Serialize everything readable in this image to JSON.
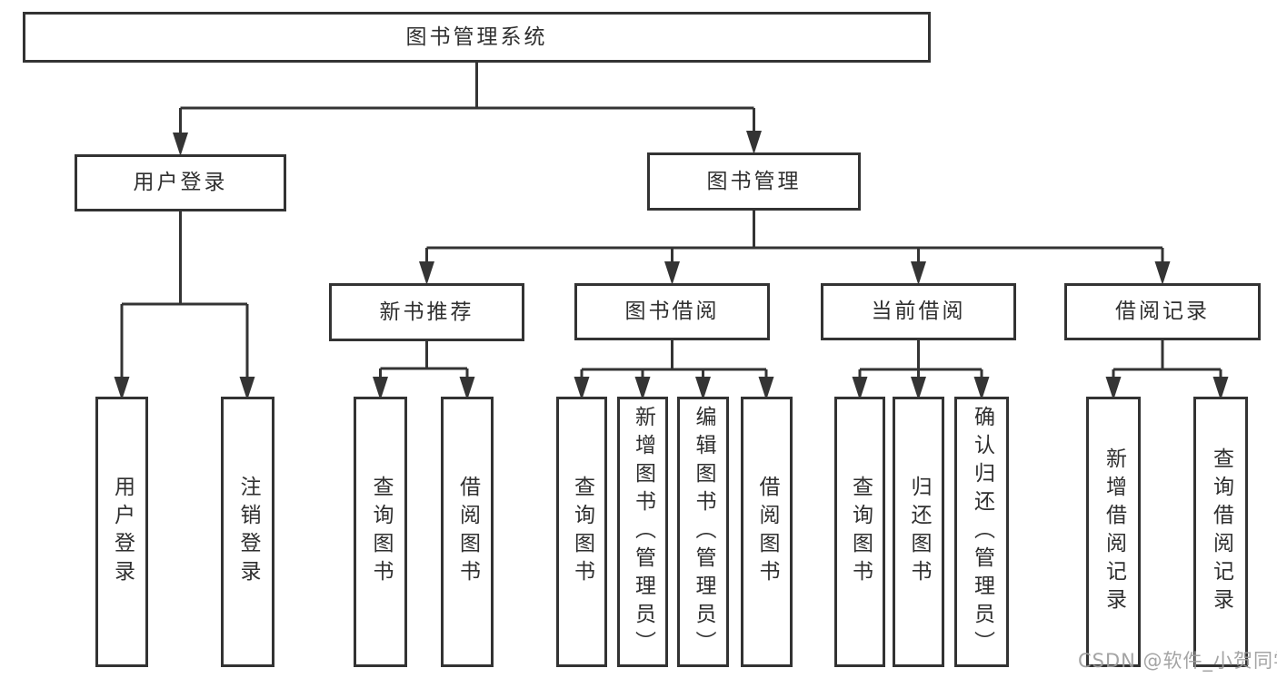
{
  "title": "图书管理系统",
  "watermark": "CSDN @软件_小贺同学",
  "colors": {
    "line": "#343434",
    "box_border": "#333333",
    "text": "#2f2f2f",
    "watermark": "#9d9d9d",
    "background": "#ffffff"
  },
  "tree": {
    "label": "图书管理系统",
    "children": [
      {
        "label": "用户登录",
        "children": [
          {
            "label": "用户登录"
          },
          {
            "label": "注销登录"
          }
        ]
      },
      {
        "label": "图书管理",
        "children": [
          {
            "label": "新书推荐",
            "children": [
              {
                "label": "查询图书"
              },
              {
                "label": "借阅图书"
              }
            ]
          },
          {
            "label": "图书借阅",
            "children": [
              {
                "label": "查询图书"
              },
              {
                "label": "新增图书（管理员）"
              },
              {
                "label": "编辑图书（管理员）"
              },
              {
                "label": "借阅图书"
              }
            ]
          },
          {
            "label": "当前借阅",
            "children": [
              {
                "label": "查询图书"
              },
              {
                "label": "归还图书"
              },
              {
                "label": "确认归还（管理员）"
              }
            ]
          },
          {
            "label": "借阅记录",
            "children": [
              {
                "label": "新增借阅记录"
              },
              {
                "label": "查询借阅记录"
              }
            ]
          }
        ]
      }
    ]
  }
}
